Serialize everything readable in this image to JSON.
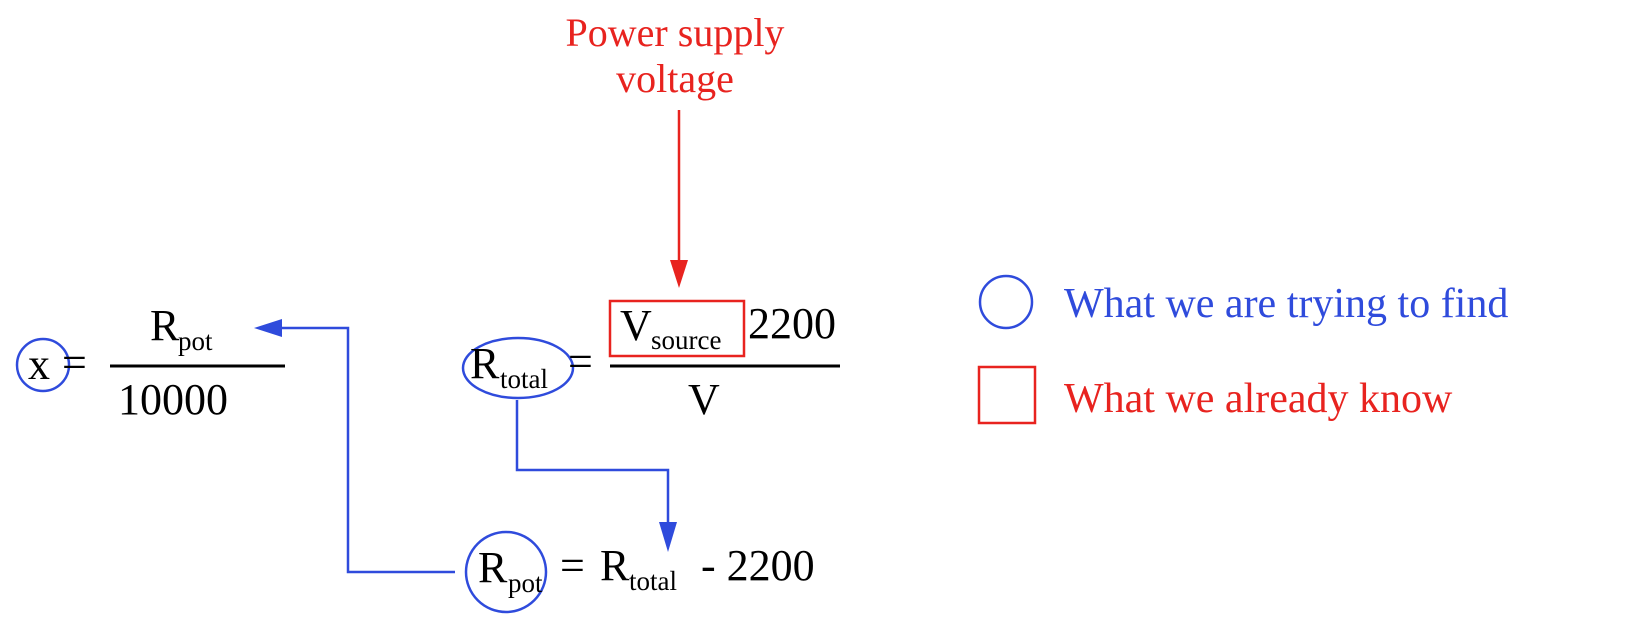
{
  "annotation": {
    "line1": "Power supply",
    "line2": "voltage"
  },
  "eq1": {
    "lhs": "x",
    "equals": "=",
    "num_main": "R",
    "num_sub": "pot",
    "den": "10000"
  },
  "eq2": {
    "lhs_main": "R",
    "lhs_sub": "total",
    "equals": "=",
    "num_main": "V",
    "num_sub": "source",
    "num_factor": "2200",
    "den": "V"
  },
  "eq3": {
    "lhs_main": "R",
    "lhs_sub": "pot",
    "equals": "=",
    "rhs_main": "R",
    "rhs_sub": "total",
    "rhs_rest": " - 2200"
  },
  "legend": {
    "find_label": "What we are trying to find",
    "known_label": "What we already know"
  },
  "colors": {
    "find": "#2f4bdc",
    "known": "#e8231f"
  }
}
